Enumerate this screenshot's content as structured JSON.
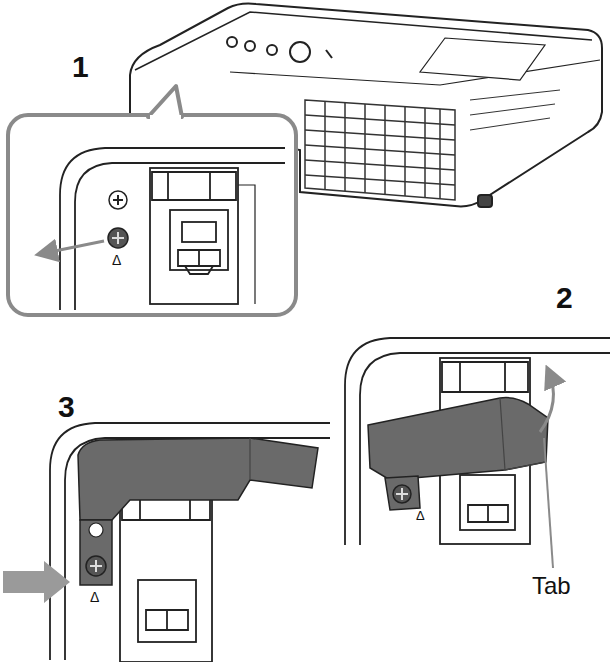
{
  "diagram": {
    "labels": [
      "1",
      "2",
      "3",
      "Tab",
      "Δ",
      "Δ",
      "Δ"
    ]
  }
}
